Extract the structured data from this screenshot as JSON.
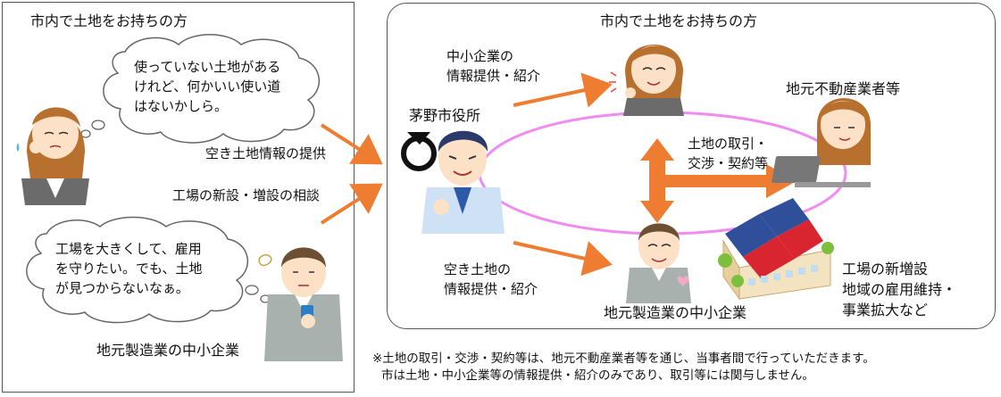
{
  "left_panel": {
    "title": "市内で土地をお持ちの方",
    "landowner_thought": "使っていない土地がある\nけれど、何かいい使い道\nはないかしら。",
    "manufacturer_thought": "工場を大きくして、雇用\nを守りたい。でも、土地\nが見つからないなぁ。",
    "manufacturer_label": "地元製造業の中小企業"
  },
  "flows": {
    "vacant_land_info": "空き土地情報の提供",
    "factory_consult": "工場の新設・増設の相談"
  },
  "right_panel": {
    "title": "市内で土地をお持ちの方",
    "city_office": "茅野市役所",
    "sme_info": "中小企業の\n情報提供・紹介",
    "real_estate": "地元不動産業者等",
    "land_deal": "土地の取引・\n交渉・契約等",
    "vacant_land_intro": "空き土地の\n情報提供・紹介",
    "manufacturer": "地元製造業の中小企業",
    "outcomes": "工場の新増設\n地域の雇用維持・\n事業拡大など"
  },
  "footnote": {
    "line1": "※土地の取引・交渉・契約等は、地元不動産業者等を通じ、当事者間で行っていただきます。",
    "line2": "市は土地・中小企業等の情報提供・紹介のみであり、取引等には関与しません。"
  },
  "colors": {
    "arrow": "#ee7d31",
    "ellipse": "#f08cf0",
    "border": "#555555"
  }
}
